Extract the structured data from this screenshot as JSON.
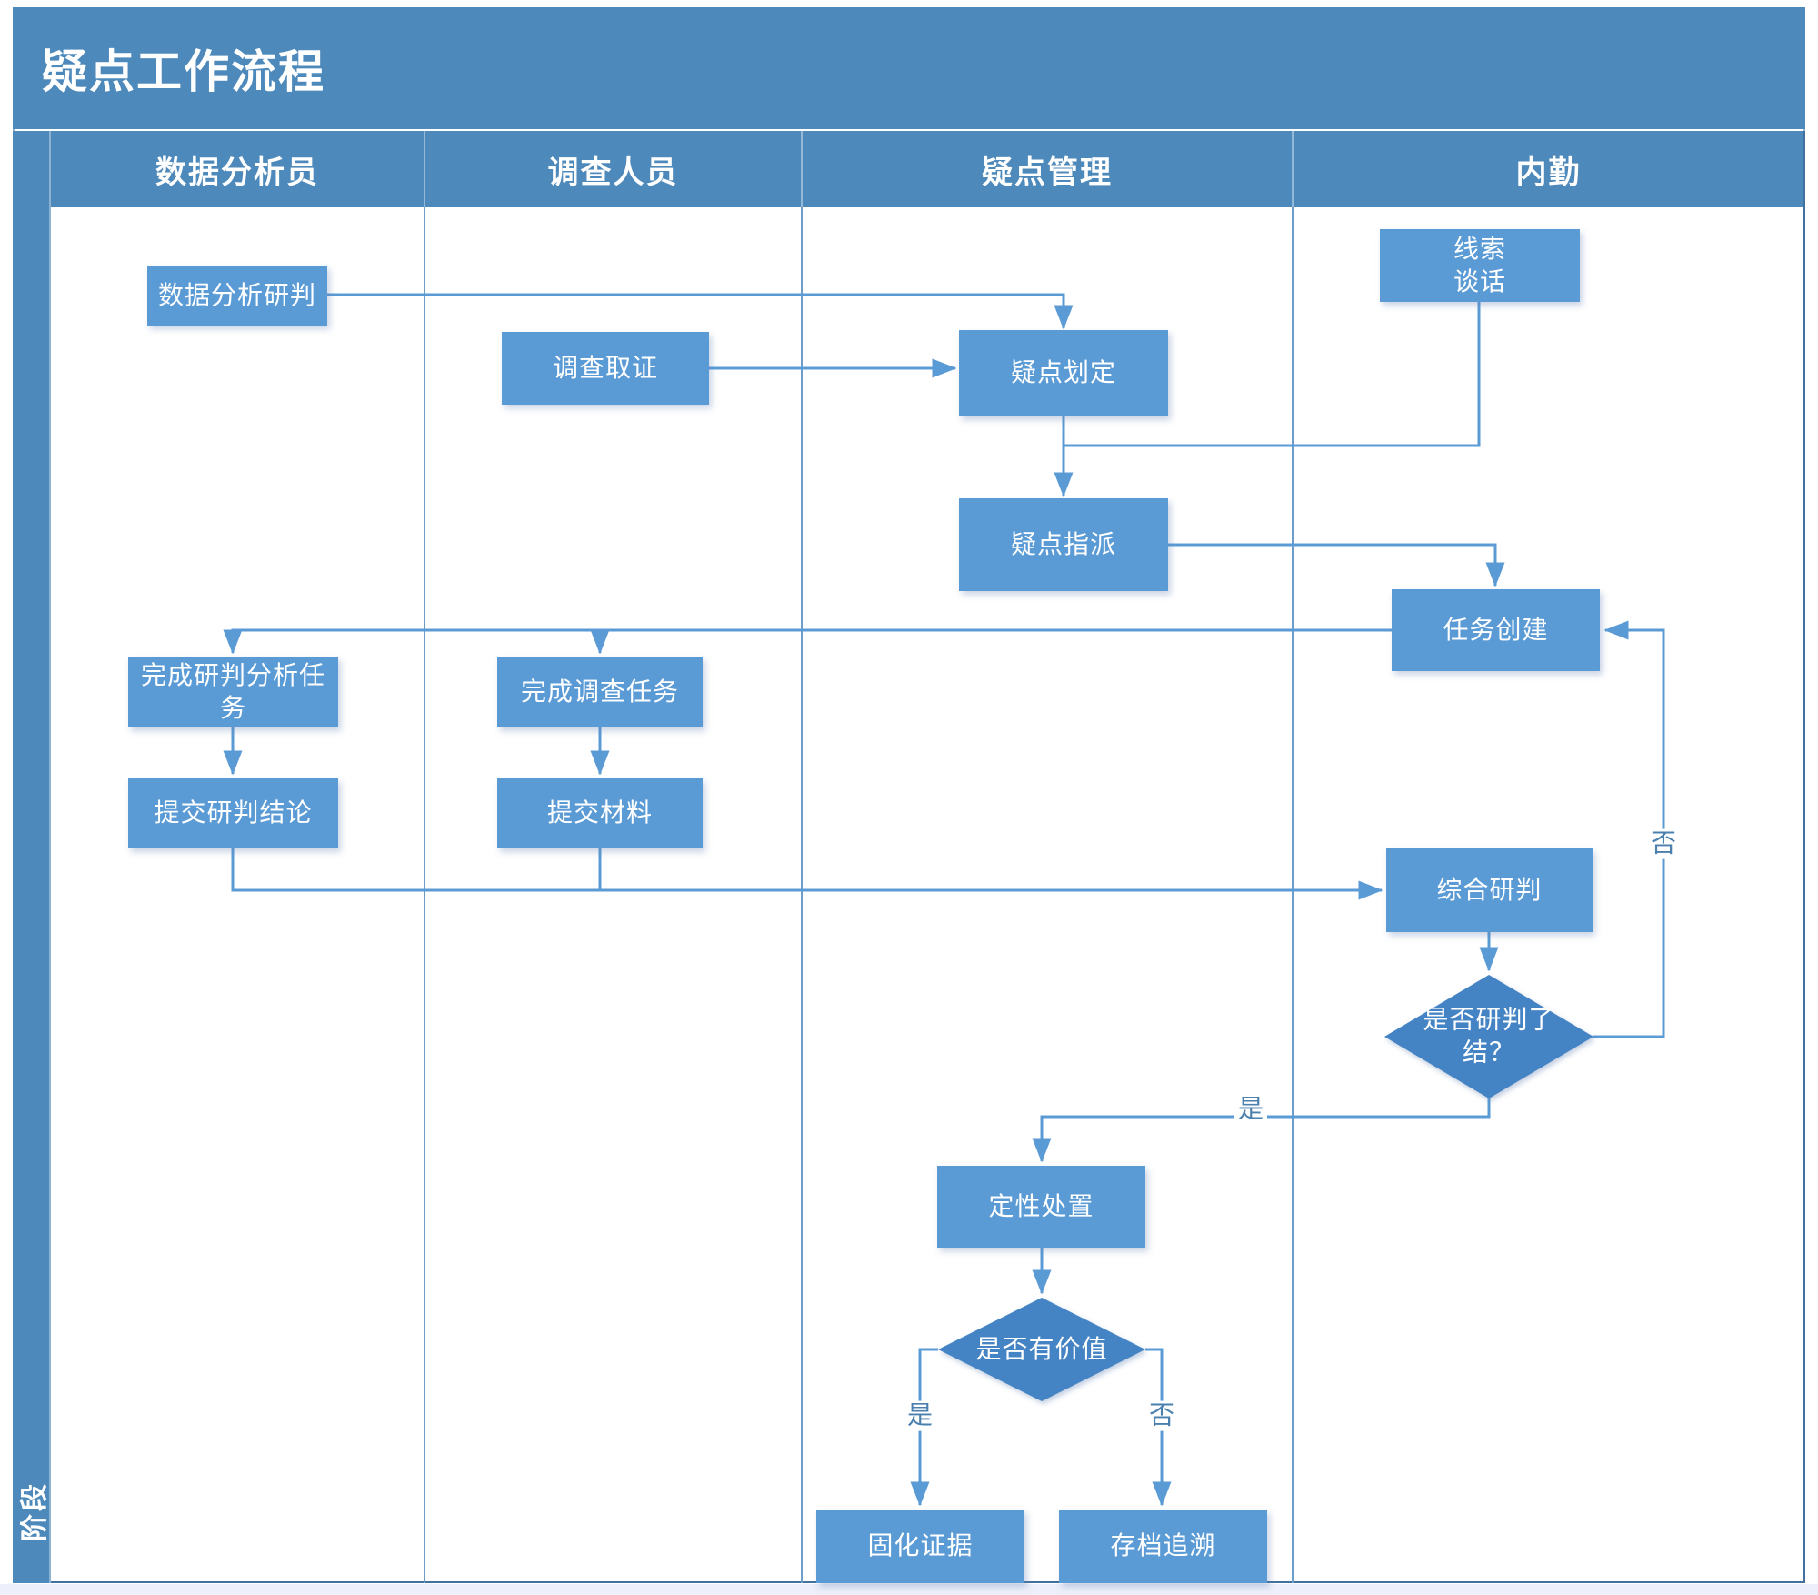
{
  "title": "疑点工作流程",
  "phase_label": "阶段",
  "lanes": [
    {
      "label": "数据分析员"
    },
    {
      "label": "调查人员"
    },
    {
      "label": "疑点管理"
    },
    {
      "label": "内勤"
    }
  ],
  "nodes": {
    "clue": {
      "line1": "线索",
      "line2": "谈话"
    },
    "data_analysis": {
      "label": "数据分析研判"
    },
    "investigate": {
      "label": "调查取证"
    },
    "delineate": {
      "label": "疑点划定"
    },
    "assign": {
      "label": "疑点指派"
    },
    "task_create": {
      "label": "任务创建"
    },
    "complete_analysis": {
      "label": "完成研判分析任务"
    },
    "complete_investigation": {
      "label": "完成调查任务"
    },
    "submit_conclusion": {
      "label": "提交研判结论"
    },
    "submit_material": {
      "label": "提交材料"
    },
    "synthesis": {
      "label": "综合研判"
    },
    "decision_closed": {
      "line1": "是否研判了",
      "line2": "结？"
    },
    "dispose": {
      "label": "定性处置"
    },
    "decision_value": {
      "label": "是否有价值"
    },
    "solidify": {
      "label": "固化证据"
    },
    "archive": {
      "label": "存档追溯"
    }
  },
  "edge_labels": {
    "closed_no": "否",
    "closed_yes": "是",
    "value_yes": "是",
    "value_no": "否"
  },
  "colors": {
    "band_blue": "#4d89ba",
    "node_blue": "#5b9bd5",
    "decision_blue": "#4584c4",
    "connector_blue": "#5b9bd5",
    "frame_border": "#41719c",
    "edge_label_text": "#4a7fae"
  }
}
